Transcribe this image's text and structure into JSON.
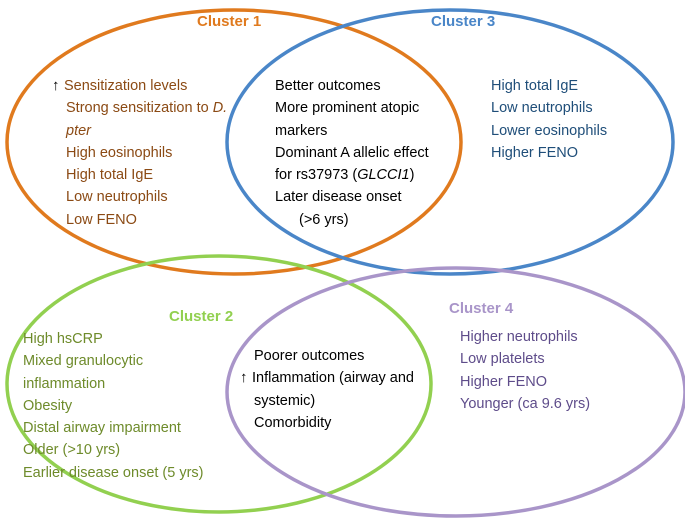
{
  "colors": {
    "cluster1": "#E07A1E",
    "cluster1_text": "#8B4A14",
    "cluster3": "#4A86C8",
    "cluster3_text": "#1F4E79",
    "cluster2": "#92D050",
    "cluster2_text": "#6E8B2B",
    "cluster4": "#A995C9",
    "cluster4_text": "#5E4C8A",
    "overlap_text": "#000000"
  },
  "cluster1": {
    "title": "Cluster 1",
    "lines": [
      {
        "icon": "up-arrow-icon",
        "arrow": "↑",
        "text": "Sensitization levels"
      },
      {
        "text": "Strong sensitization to ",
        "italic": "D."
      },
      {
        "italic": "pter"
      },
      {
        "text": "High eosinophils"
      },
      {
        "text": "High total IgE"
      },
      {
        "text": "Low neutrophils"
      },
      {
        "text": "Low FENO"
      }
    ]
  },
  "cluster3": {
    "title": "Cluster 3",
    "lines": [
      {
        "text": "High total IgE"
      },
      {
        "text": "Low neutrophils"
      },
      {
        "text": "Lower eosinophils"
      },
      {
        "text": "Higher FENO"
      }
    ]
  },
  "overlap_1_3": {
    "lines": [
      {
        "text": "Better outcomes"
      },
      {
        "text": "More prominent atopic"
      },
      {
        "text": "markers"
      },
      {
        "text": "Dominant A allelic effect"
      },
      {
        "text": "for rs37973 (",
        "italic": "GLCCI1",
        "after": ")"
      },
      {
        "text": "Later disease onset"
      },
      {
        "text": "(>6 yrs)",
        "indent": true
      }
    ]
  },
  "cluster2": {
    "title": "Cluster 2",
    "lines": [
      {
        "text": "High hsCRP"
      },
      {
        "text": "Mixed granulocytic"
      },
      {
        "text": "inflammation"
      },
      {
        "text": "Obesity"
      },
      {
        "text": "Distal airway impairment"
      },
      {
        "text": "Older (>10 yrs)"
      },
      {
        "text": "Earlier disease onset (5 yrs)"
      }
    ]
  },
  "cluster4": {
    "title": "Cluster 4",
    "lines": [
      {
        "text": "Higher neutrophils"
      },
      {
        "text": "Low platelets"
      },
      {
        "text": "Higher FENO"
      },
      {
        "text": "Younger (ca 9.6 yrs)"
      }
    ]
  },
  "overlap_2_4": {
    "lines": [
      {
        "text": "Poorer outcomes"
      },
      {
        "icon": "up-arrow-icon",
        "arrow": "↑",
        "text": "Inflammation (airway and"
      },
      {
        "text": "systemic)",
        "indent_small": true
      },
      {
        "text": "Comorbidity"
      }
    ]
  }
}
